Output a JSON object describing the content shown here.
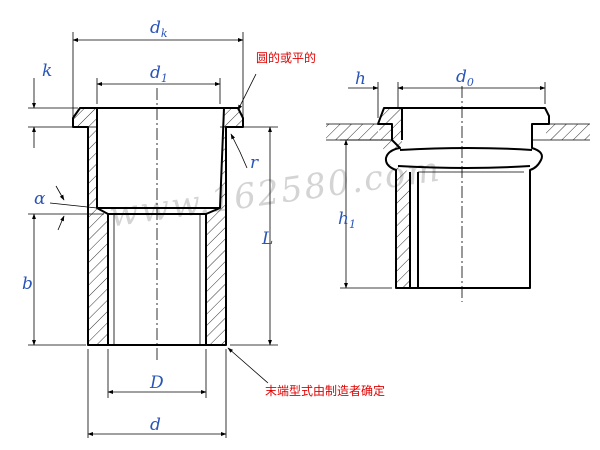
{
  "watermark": "www.162580.com",
  "notes": {
    "edge": "圆的或平的",
    "end_form": "末端型式由制造者确定"
  },
  "dims": {
    "dk": {
      "main": "d",
      "sub": "k"
    },
    "d1": {
      "main": "d",
      "sub": "1"
    },
    "k": "k",
    "r": "r",
    "alpha": "α",
    "b": "b",
    "L": "L",
    "D": "D",
    "d": "d",
    "h": "h",
    "d0": {
      "main": "d",
      "sub": "0"
    },
    "h1": {
      "main": "h",
      "sub": "1"
    }
  },
  "colors": {
    "symbol": "#2a55b8",
    "note": "#e00000",
    "line": "#000000",
    "watermark": "#d4d4d4"
  }
}
